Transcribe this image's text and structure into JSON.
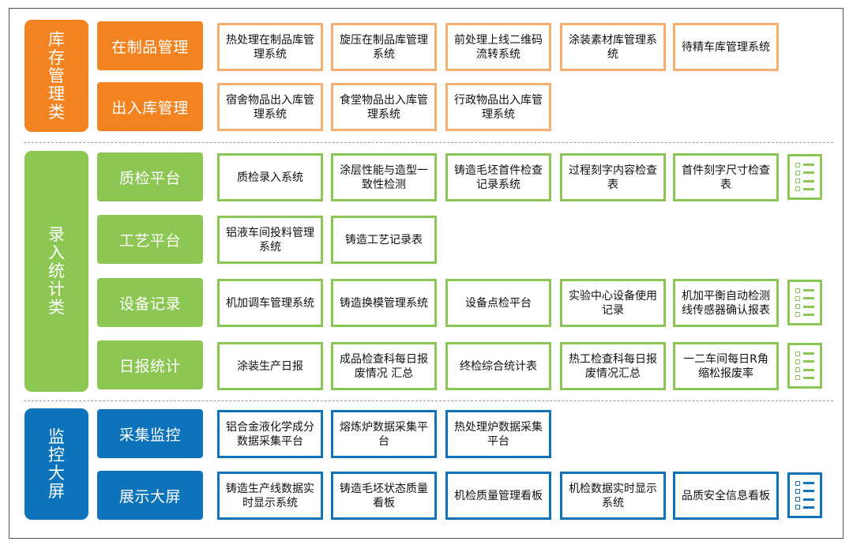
{
  "sections": [
    {
      "category": "库存管理类",
      "groups": [
        {
          "name": "在制品管理",
          "items": [
            "热处理在制品库管理系统",
            "旋压在制品库管理系统",
            "前处理上线二维码流转系统",
            "涂装素材库管理系统",
            "待精车库管理系统"
          ]
        },
        {
          "name": "出入库管理",
          "items": [
            "宿舍物品出入库管理系统",
            "食堂物品出入库管理系统",
            "行政物品出入库管理系统"
          ]
        }
      ]
    },
    {
      "category": "录入统计类",
      "groups": [
        {
          "name": "质检平台",
          "items": [
            "质检录入系统",
            "涂层性能与造型一致性检测",
            "铸造毛坯首件检查记录系统",
            "过程刻字内容检查表",
            "首件刻字尺寸检查表"
          ]
        },
        {
          "name": "工艺平台",
          "items": [
            "铝液车间投料管理系统",
            "铸造工艺记录表"
          ]
        },
        {
          "name": "设备记录",
          "items": [
            "机加调车管理系统",
            "铸造换模管理系统",
            "设备点检平台",
            "实验中心设备使用记录",
            "机加平衡自动检测线传感器确认报表"
          ]
        },
        {
          "name": "日报统计",
          "items": [
            "涂装生产日报",
            "成品检查科每日报废情况 汇总",
            "终检综合统计表",
            "热工检查科每日报废情况汇总",
            "一二车间每日R角缩松报废率"
          ]
        }
      ]
    },
    {
      "category": "监控大屏",
      "groups": [
        {
          "name": "采集监控",
          "items": [
            "铝合金液化学成分数据采集平台",
            "熔炼炉数据采集平台",
            "热处理炉数据采集平台"
          ]
        },
        {
          "name": "展示大屏",
          "items": [
            "铸造生产线数据实时显示系统",
            "铸造毛坯状态质量看板",
            "机检质量管理看板",
            "机检数据实时显示系统",
            "品质安全信息看板"
          ]
        }
      ]
    }
  ],
  "icons": [
    "document-list-icon",
    "document-list-icon",
    "document-list-icon",
    "document-list-icon"
  ],
  "colors": {
    "orange": "#f38321",
    "orange_border": "#f7b070",
    "green": "#8cc653",
    "blue": "#0d73bb"
  }
}
